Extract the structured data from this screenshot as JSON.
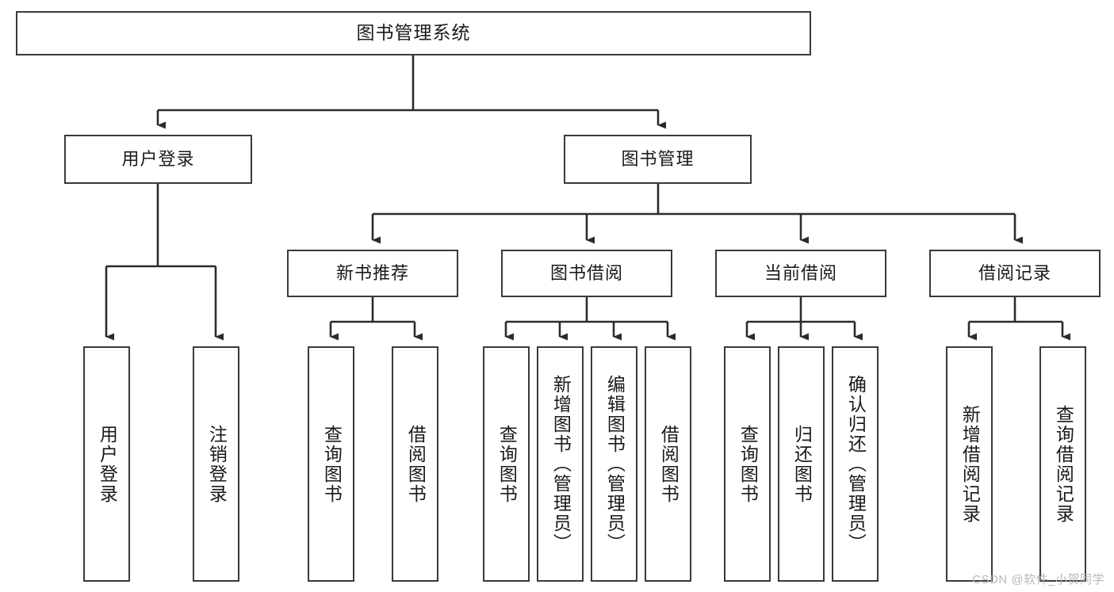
{
  "diagram": {
    "title": "图书管理系统",
    "watermark": "CSDN @软件_小贺同学",
    "colors": {
      "box_border": "#3a3a3a",
      "box_fill": "#ffffff",
      "edge": "#2b2b2b",
      "text": "#1a1a1a",
      "watermark": "#b7b7b7",
      "background": "#ffffff"
    },
    "levels": {
      "root": "图书管理系统",
      "level2": [
        "用户登录",
        "图书管理"
      ],
      "level3": [
        "新书推荐",
        "图书借阅",
        "当前借阅",
        "借阅记录"
      ]
    },
    "nodes": {
      "root": {
        "label": "图书管理系统"
      },
      "user_login": {
        "label": "用户登录"
      },
      "book_manage": {
        "label": "图书管理"
      },
      "new_book_rec": {
        "label": "新书推荐"
      },
      "book_borrow": {
        "label": "图书借阅"
      },
      "current_borrow": {
        "label": "当前借阅"
      },
      "borrow_record": {
        "label": "借阅记录"
      },
      "leaf_user_login": {
        "label": "用户登录"
      },
      "leaf_user_logout": {
        "label": "注销登录"
      },
      "leaf_query_book_1": {
        "label": "查询图书"
      },
      "leaf_borrow_book_1": {
        "label": "借阅图书"
      },
      "leaf_query_book_2": {
        "label": "查询图书"
      },
      "leaf_add_book": {
        "label": "新增图书（管理员）"
      },
      "leaf_edit_book": {
        "label": "编辑图书（管理员）"
      },
      "leaf_borrow_book_2": {
        "label": "借阅图书"
      },
      "leaf_query_book_3": {
        "label": "查询图书"
      },
      "leaf_return_book": {
        "label": "归还图书"
      },
      "leaf_confirm_return": {
        "label": "确认归还（管理员）"
      },
      "leaf_add_record": {
        "label": "新增借阅记录"
      },
      "leaf_query_record": {
        "label": "查询借阅记录"
      }
    },
    "tree": [
      {
        "id": "root",
        "label": "图书管理系统",
        "children": [
          {
            "id": "user_login",
            "label": "用户登录",
            "children": [
              {
                "id": "leaf_user_login",
                "label": "用户登录"
              },
              {
                "id": "leaf_user_logout",
                "label": "注销登录"
              }
            ]
          },
          {
            "id": "book_manage",
            "label": "图书管理",
            "children": [
              {
                "id": "new_book_rec",
                "label": "新书推荐",
                "children": [
                  {
                    "id": "leaf_query_book_1",
                    "label": "查询图书"
                  },
                  {
                    "id": "leaf_borrow_book_1",
                    "label": "借阅图书"
                  }
                ]
              },
              {
                "id": "book_borrow",
                "label": "图书借阅",
                "children": [
                  {
                    "id": "leaf_query_book_2",
                    "label": "查询图书"
                  },
                  {
                    "id": "leaf_add_book",
                    "label": "新增图书（管理员）"
                  },
                  {
                    "id": "leaf_edit_book",
                    "label": "编辑图书（管理员）"
                  },
                  {
                    "id": "leaf_borrow_book_2",
                    "label": "借阅图书"
                  }
                ]
              },
              {
                "id": "current_borrow",
                "label": "当前借阅",
                "children": [
                  {
                    "id": "leaf_query_book_3",
                    "label": "查询图书"
                  },
                  {
                    "id": "leaf_return_book",
                    "label": "归还图书"
                  },
                  {
                    "id": "leaf_confirm_return",
                    "label": "确认归还（管理员）"
                  }
                ]
              },
              {
                "id": "borrow_record",
                "label": "借阅记录",
                "children": [
                  {
                    "id": "leaf_add_record",
                    "label": "新增借阅记录"
                  },
                  {
                    "id": "leaf_query_record",
                    "label": "查询借阅记录"
                  }
                ]
              }
            ]
          }
        ]
      }
    ]
  }
}
